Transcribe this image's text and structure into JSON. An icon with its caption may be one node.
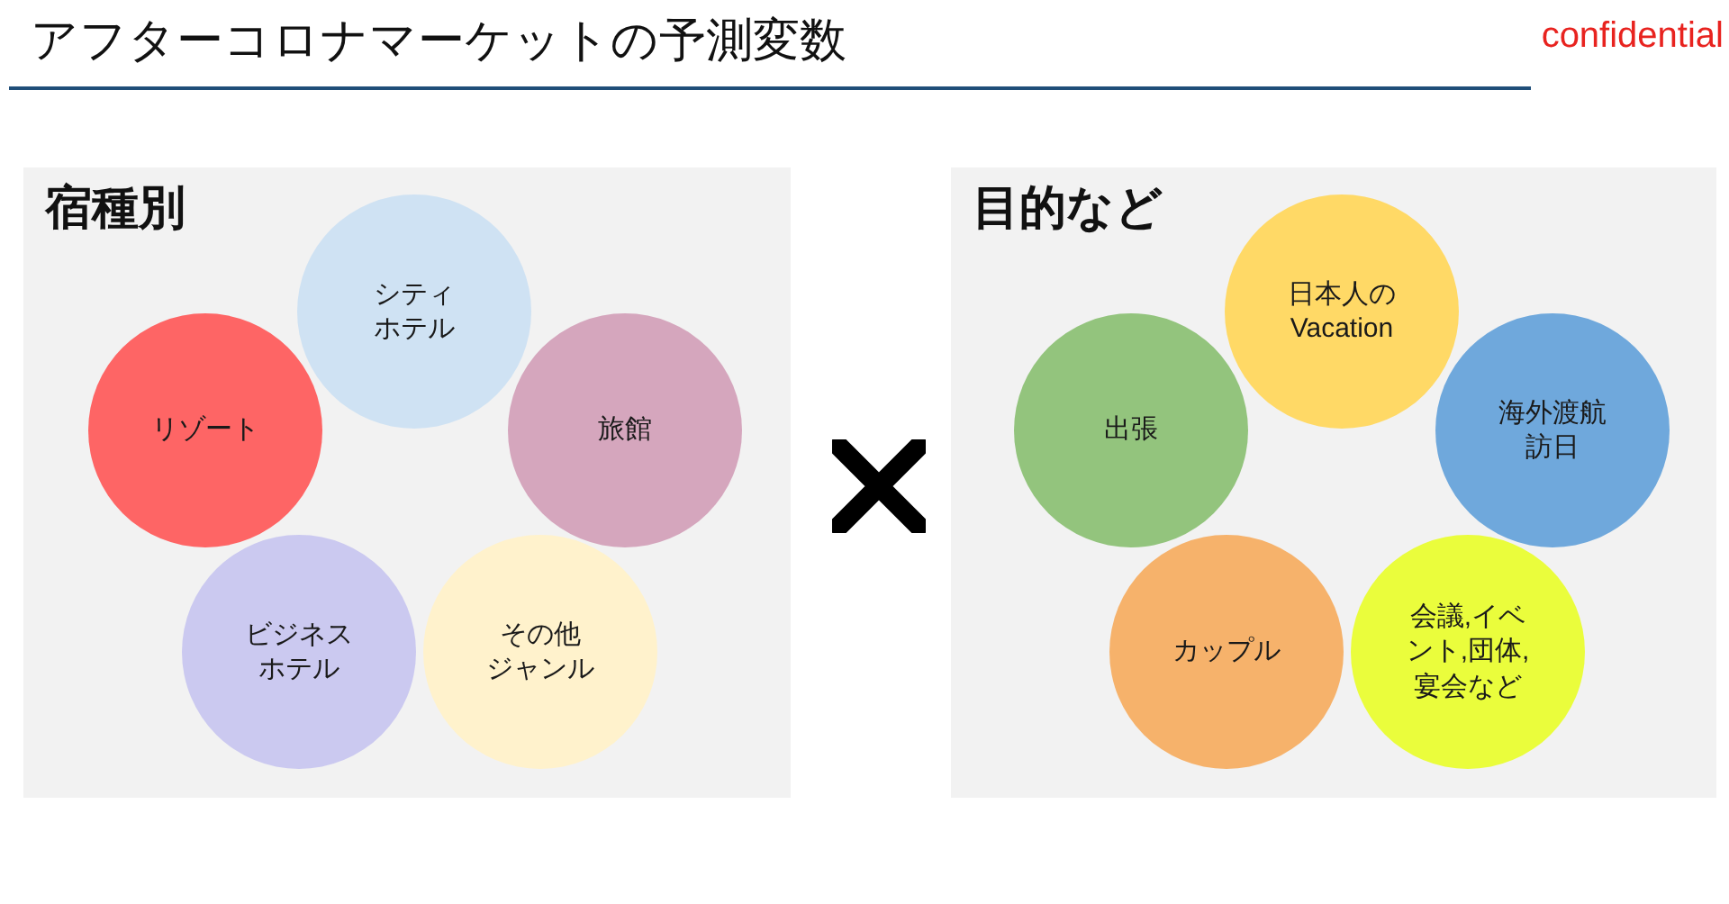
{
  "diagram": {
    "title": "アフターコロナマーケットの予測変数",
    "nodes": [
      {
        "text": [
          "宿種別"
        ]
      },
      {
        "text": [
          "シティホテル"
        ],
        "in": 0
      },
      {
        "text": [
          "リゾート"
        ],
        "in": 0
      },
      {
        "text": [
          "旅館"
        ],
        "in": 0
      },
      {
        "text": [
          "ビジネスホテル"
        ],
        "in": 0
      },
      {
        "text": [
          "その他ジャンル"
        ],
        "in": 0
      },
      {
        "text": [
          "目的など"
        ]
      },
      {
        "text": [
          "日本人のVacation"
        ],
        "in": 6
      },
      {
        "text": [
          "出張"
        ],
        "in": 6
      },
      {
        "text": [
          "海外渡航訪日"
        ],
        "in": 6
      },
      {
        "text": [
          "カップル"
        ],
        "in": 6
      },
      {
        "text": [
          "会議,イベント,団体,宴会など"
        ],
        "in": 6
      }
    ],
    "labels": [
      "confidential"
    ]
  }
}
